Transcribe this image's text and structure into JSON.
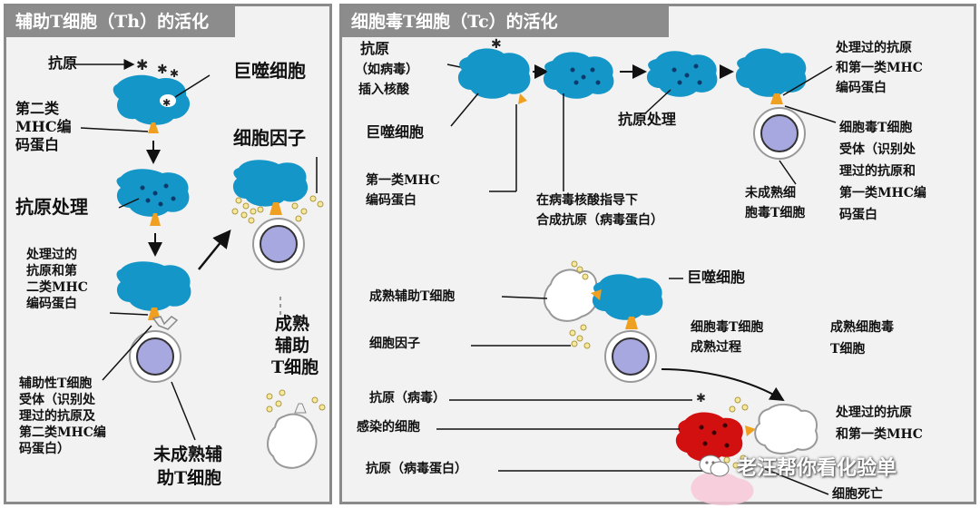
{
  "left": {
    "title": "辅助T细胞（Th）的活化",
    "antigen": "抗原",
    "macrophage": "巨噬细胞",
    "mhc2_line1": "第二类",
    "mhc2_line2": "MHC编",
    "mhc2_line3": "码蛋白",
    "cytokine": "细胞因子",
    "processing": "抗原处理",
    "processed_line1": "处理过的",
    "processed_line2": "抗原和第",
    "processed_line3": "二类MHC",
    "processed_line4": "编码蛋白",
    "mature_line1": "成熟",
    "mature_line2": "辅助",
    "mature_line3": "T细胞",
    "receptor_line1": "辅助性T细胞",
    "receptor_line2": "受体（识别处",
    "receptor_line3": "理过的抗原及",
    "receptor_line4": "第二类MHC编",
    "receptor_line5": "码蛋白）",
    "immature_line1": "未成熟辅",
    "immature_line2": "助T细胞"
  },
  "right": {
    "title": "细胞毒T细胞（Tc）的活化",
    "antigen_line1": "抗原",
    "antigen_line2": "（如病毒）",
    "antigen_line3": "插入核酸",
    "macrophage_top": "巨噬细胞",
    "processing": "抗原处理",
    "processed_line1": "处理过的抗原",
    "processed_line2": "和第一类MHC",
    "processed_line3": "编码蛋白",
    "mhc1_line1": "第一类MHC",
    "mhc1_line2": "编码蛋白",
    "synth_line1": "在病毒核酸指导下",
    "synth_line2": "合成抗原（病毒蛋白）",
    "immature_tc_line1": "未成熟细",
    "immature_tc_line2": "胞毒T细胞",
    "tc_receptor_line1": "细胞毒T细胞",
    "tc_receptor_line2": "受体（识别处",
    "tc_receptor_line3": "理过的抗原和",
    "tc_receptor_line4": "第一类MHC编",
    "tc_receptor_line5": "码蛋白",
    "mature_th": "成熟辅助T细胞",
    "macrophage_bottom": "巨噬细胞",
    "cytokine": "细胞因子",
    "maturation_line1": "细胞毒T细胞",
    "maturation_line2": "成熟过程",
    "mature_tc_line1": "成熟细胞毒",
    "mature_tc_line2": "T细胞",
    "antigen_virus": "抗原（病毒）",
    "infected_cell": "感染的细胞",
    "antigen_protein": "抗原（病毒蛋白）",
    "processed2_line1": "处理过的抗原",
    "processed2_line2": "和第一类MHC",
    "cell_death": "细胞死亡"
  },
  "watermark": "老汪帮你看化验单",
  "colors": {
    "macrophage": "#1596c8",
    "receptor": "#f0a020",
    "t_cell_nucleus": "#a8a8e0",
    "infected_cell": "#d31010",
    "dying_cell": "#f8c8d8",
    "panel": "#f2f2f2",
    "banner": "#8c8c8c"
  }
}
